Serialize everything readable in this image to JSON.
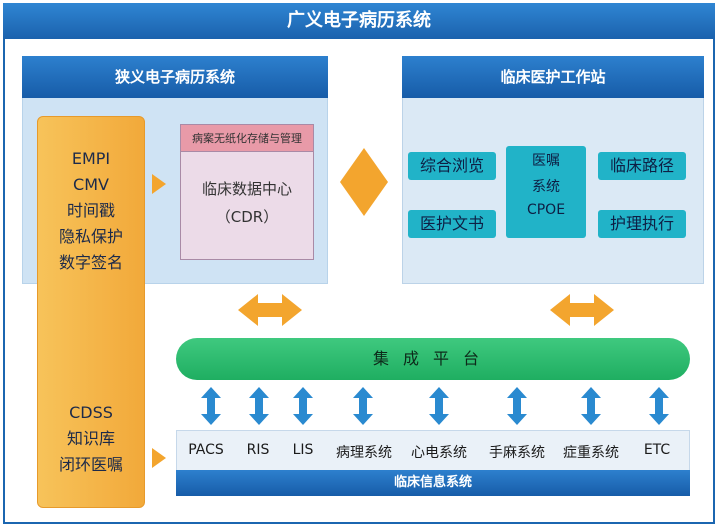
{
  "title": "广义电子病历系统",
  "narrow_emr": {
    "header": "狭义电子病历系统",
    "column_top": [
      "EMPI",
      "CMV",
      "时间戳",
      "隐私保护",
      "数字签名"
    ],
    "column_bottom": [
      "CDSS",
      "知识库",
      "闭环医嘱"
    ],
    "cdr_top_label": "病案无纸化存储与管理",
    "cdr_line1": "临床数据中心",
    "cdr_line2": "（CDR）"
  },
  "workstation": {
    "header": "临床医护工作站",
    "tiles": {
      "overview": "综合浏览",
      "documents": "医护文书",
      "orders_line1": "医嘱",
      "orders_line2": "系统",
      "orders_line3": "CPOE",
      "pathway": "临床路径",
      "nursing": "护理执行"
    }
  },
  "platform": {
    "label": "集成平台"
  },
  "clinical_info": {
    "bar_label": "临床信息系统",
    "systems": [
      "PACS",
      "RIS",
      "LIS",
      "病理系统",
      "心电系统",
      "手麻系统",
      "症重系统",
      "ETC"
    ]
  },
  "colors": {
    "blue": "#1b66b0",
    "orange": "#f3a52e",
    "teal": "#21b3c8",
    "green": "#1fae61",
    "pink": "#e89aa8"
  }
}
